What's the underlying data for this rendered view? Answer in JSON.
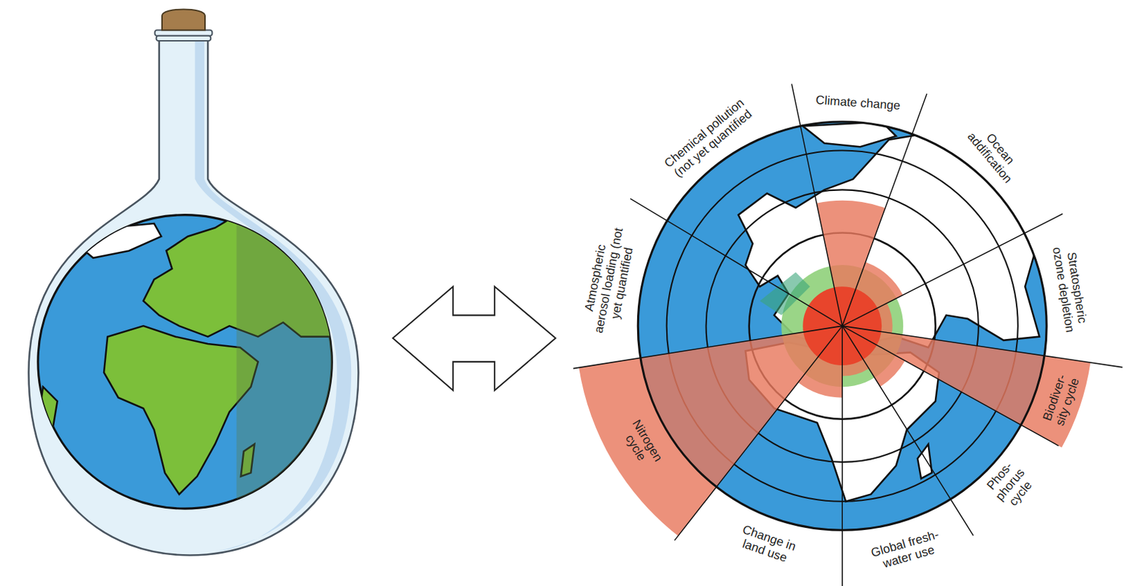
{
  "diagram": {
    "labels": [
      "Climate change",
      "Ocean addification",
      "Stratospheric ozone depletion",
      "Biodiver- sity cycle",
      "Phos- phorus cycle",
      "Global fresh- water use",
      "Change in land use",
      "Nitrogen cycle",
      "Atmospheric aerosol loading (not yet quantified",
      "Chemical pollution (not yet quantified"
    ]
  }
}
